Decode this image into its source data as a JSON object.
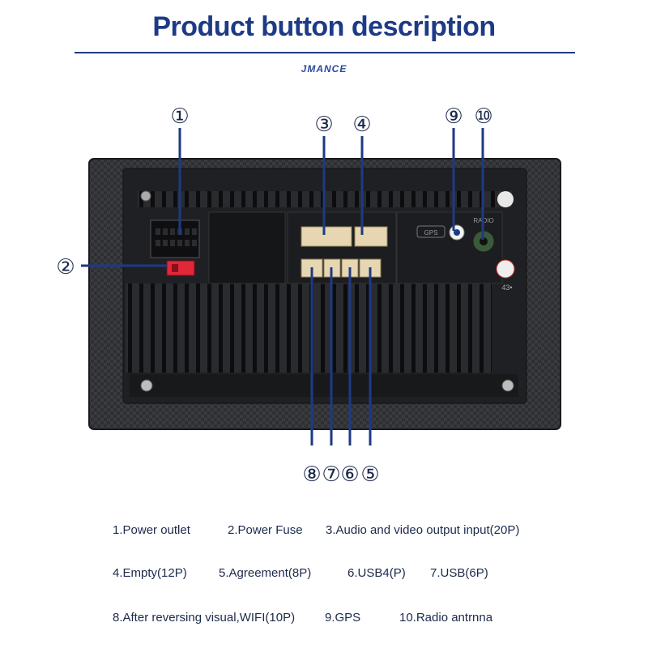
{
  "header": {
    "title": "Product button description",
    "brand": "JMANCE"
  },
  "callouts": [
    "①",
    "②",
    "③",
    "④",
    "⑤",
    "⑥",
    "⑦",
    "⑧",
    "⑨",
    "⑩"
  ],
  "panel_labels": {
    "gps": "GPS",
    "radio": "RADIO",
    "badge": "43•"
  },
  "legend": [
    "1.Power outlet",
    "2.Power Fuse",
    "3.Audio and video output input(20P)",
    "4.Empty(12P)",
    "5.Agreement(8P)",
    "6.USB4(P)",
    "7.USB(6P)",
    "8.After reversing visual,WIFI(10P)",
    "9.GPS",
    "10.Radio antrnna"
  ],
  "colors": {
    "title": "#1d3a86",
    "leader_line": "#1d3a86",
    "connector": "#e6d7b2",
    "fuse": "#e0283a"
  }
}
